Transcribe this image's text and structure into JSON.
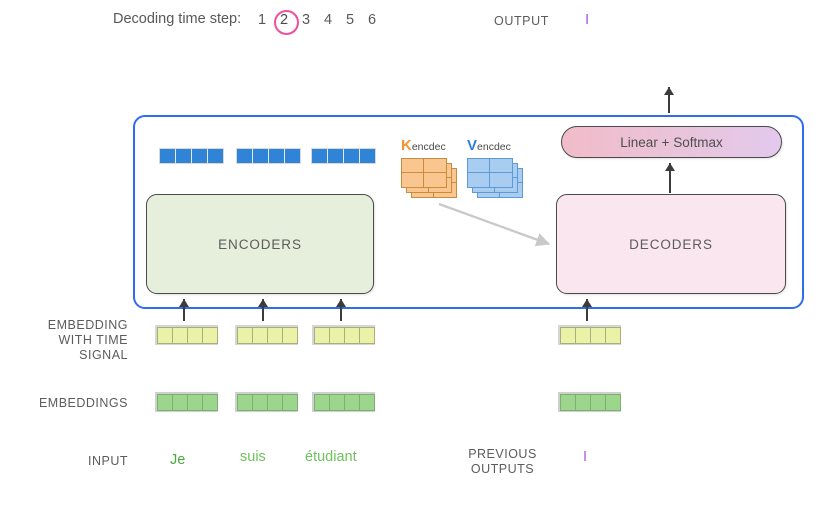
{
  "header": {
    "timestep_label": "Decoding time step:",
    "steps": [
      "1",
      "2",
      "3",
      "4",
      "5",
      "6"
    ],
    "active_step": "2",
    "output_label": "OUTPUT",
    "output_token": "I",
    "highlight_color": "#ef4f9b",
    "output_token_color": "#b05ad8"
  },
  "diagram": {
    "container_color": "#2f6cf0",
    "encoders_label": "ENCODERS",
    "encoders_color": "#e6efdb",
    "decoders_label": "DECODERS",
    "decoders_color": "#fae6ef",
    "linear_softmax_label": "Linear + Softmax",
    "kv": [
      {
        "symbol": "K",
        "subscript": "encdec",
        "color": "#f0952f",
        "cells": [
          "",
          "",
          "",
          ""
        ]
      },
      {
        "symbol": "V",
        "subscript": "encdec",
        "color": "#2f7fe0",
        "cells": [
          "",
          "",
          "",
          ""
        ]
      }
    ],
    "encoder_output_vectors": [
      {
        "cells": [
          "",
          "",
          "",
          ""
        ]
      },
      {
        "cells": [
          "",
          "",
          "",
          ""
        ]
      },
      {
        "cells": [
          "",
          "",
          "",
          ""
        ]
      }
    ]
  },
  "rows": {
    "embedding_time_signal": {
      "label_lines": [
        "EMBEDDING",
        "WITH TIME",
        "SIGNAL"
      ],
      "encoder_vectors": [
        {
          "cells": [
            "",
            "",
            "",
            ""
          ]
        },
        {
          "cells": [
            "",
            "",
            "",
            ""
          ]
        },
        {
          "cells": [
            "",
            "",
            "",
            ""
          ]
        }
      ],
      "decoder_vectors": [
        {
          "cells": [
            "",
            "",
            "",
            ""
          ]
        }
      ],
      "color": "#eaf2a8"
    },
    "embeddings": {
      "label": "EMBEDDINGS",
      "encoder_vectors": [
        {
          "cells": [
            "",
            "",
            "",
            ""
          ]
        },
        {
          "cells": [
            "",
            "",
            "",
            ""
          ]
        },
        {
          "cells": [
            "",
            "",
            "",
            ""
          ]
        }
      ],
      "decoder_vectors": [
        {
          "cells": [
            "",
            "",
            "",
            ""
          ]
        }
      ],
      "color": "#9bd68c"
    },
    "input": {
      "label": "INPUT",
      "words": [
        "Je",
        "suis",
        "étudiant"
      ],
      "word_color": "#6cc25c"
    },
    "previous_outputs": {
      "label_lines": [
        "PREVIOUS",
        "OUTPUTS"
      ],
      "token": "I",
      "token_color": "#b05ad8"
    }
  }
}
